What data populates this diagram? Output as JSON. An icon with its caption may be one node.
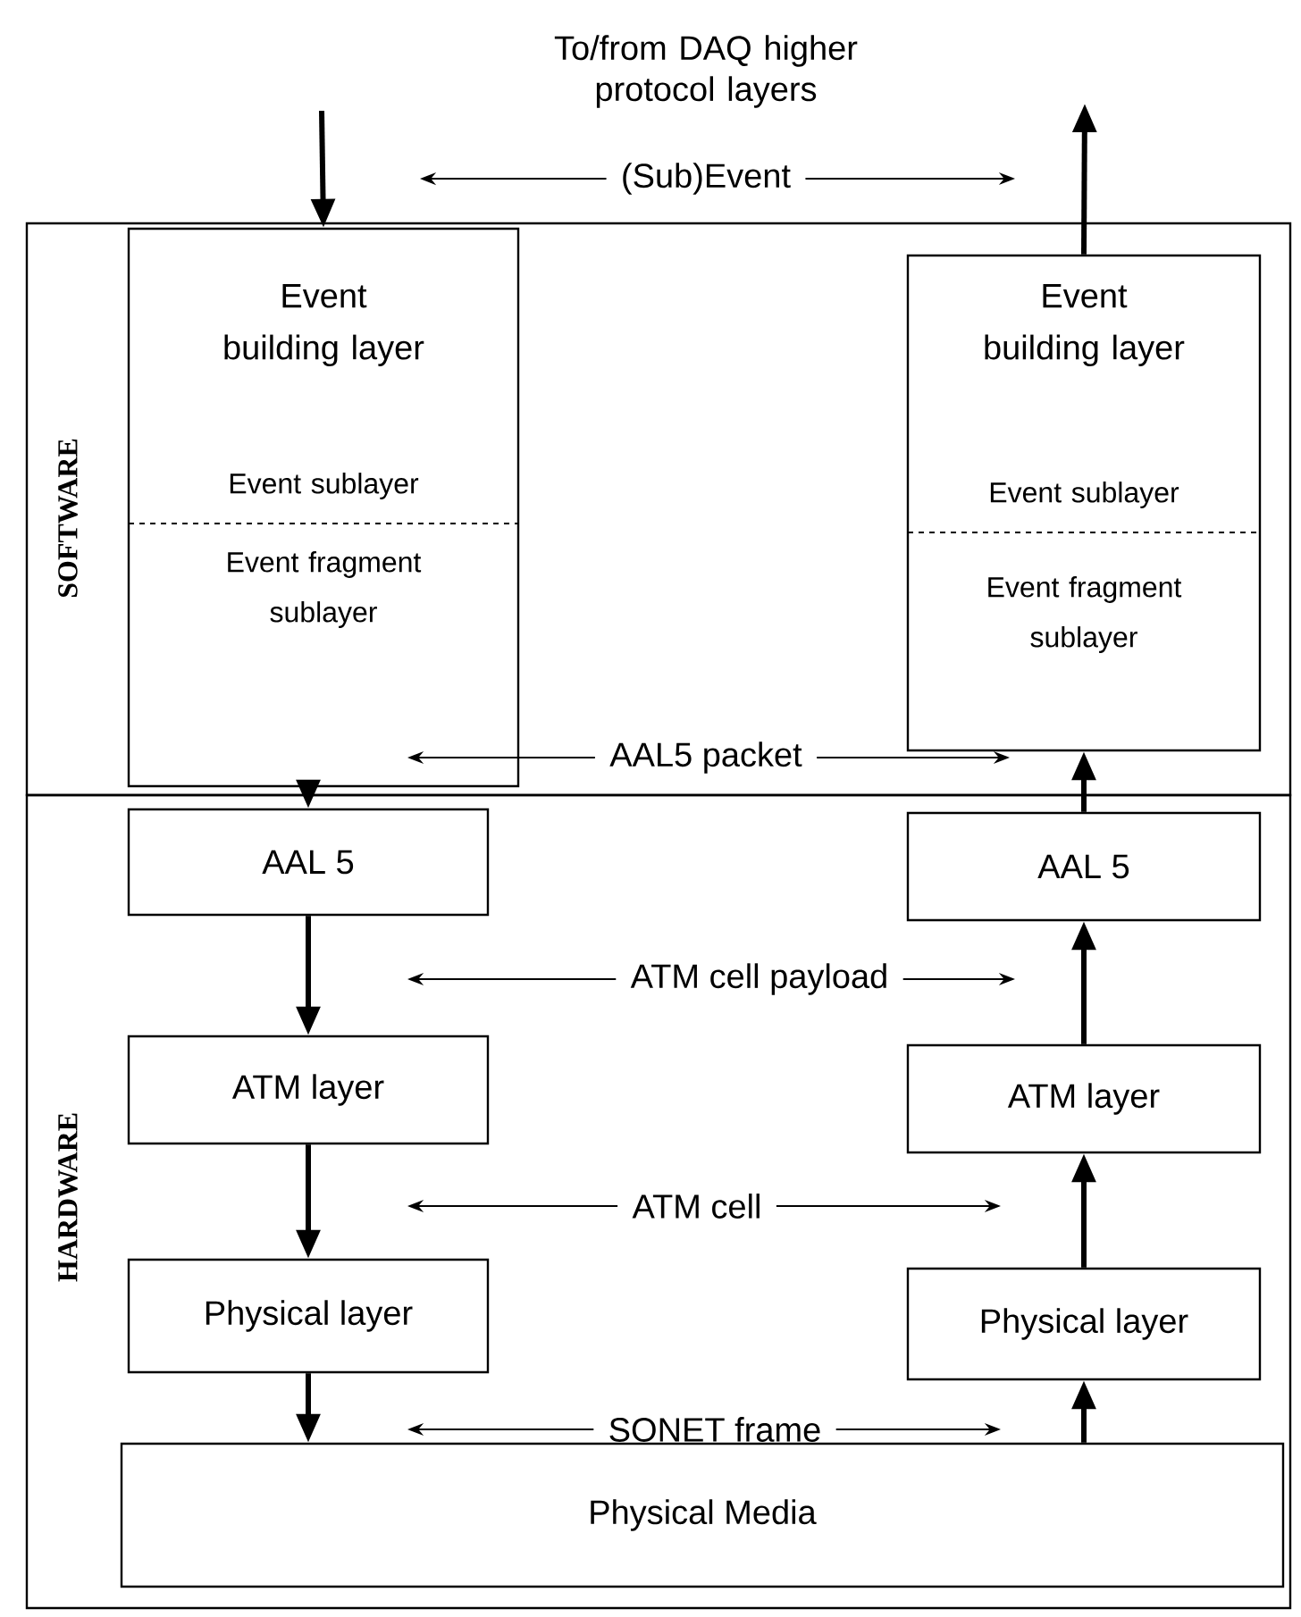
{
  "diagram": {
    "title": "To/from DAQ higher protocol layers",
    "nodes": [
      {
        "text": [
          "SOFTWARE"
        ]
      },
      {
        "text": [
          "HARDWARE"
        ]
      },
      {
        "text": [
          "Event building layer",
          "Event sublayer",
          "Event fragment sublayer"
        ],
        "in": 0
      },
      {
        "text": [
          "Event building layer",
          "Event sublayer",
          "Event fragment sublayer"
        ],
        "in": 0
      },
      {
        "text": [
          "AAL 5"
        ],
        "in": 1
      },
      {
        "text": [
          "AAL 5"
        ],
        "in": 1
      },
      {
        "text": [
          "ATM layer"
        ],
        "in": 1
      },
      {
        "text": [
          "ATM layer"
        ],
        "in": 1
      },
      {
        "text": [
          "Physical layer"
        ],
        "in": 1
      },
      {
        "text": [
          "Physical layer"
        ],
        "in": 1
      },
      {
        "text": [
          "Physical Media"
        ],
        "in": 1
      }
    ],
    "edges": [
      {
        "from": null,
        "to": 2,
        "arrow": "to"
      },
      {
        "from": 3,
        "to": null,
        "arrow": "to"
      },
      {
        "from": 2,
        "to": 4,
        "arrow": "to"
      },
      {
        "from": 4,
        "to": 6,
        "arrow": "to"
      },
      {
        "from": 6,
        "to": 8,
        "arrow": "to"
      },
      {
        "from": 8,
        "to": 10,
        "arrow": "to"
      },
      {
        "from": 10,
        "to": 9,
        "arrow": "to"
      },
      {
        "from": 9,
        "to": 7,
        "arrow": "to"
      },
      {
        "from": 7,
        "to": 5,
        "arrow": "to"
      },
      {
        "from": 5,
        "to": 3,
        "arrow": "to"
      }
    ],
    "labels": [
      "(Sub)Event",
      "AAL5 packet",
      "ATM cell payload",
      "ATM cell",
      "SONET frame"
    ]
  }
}
